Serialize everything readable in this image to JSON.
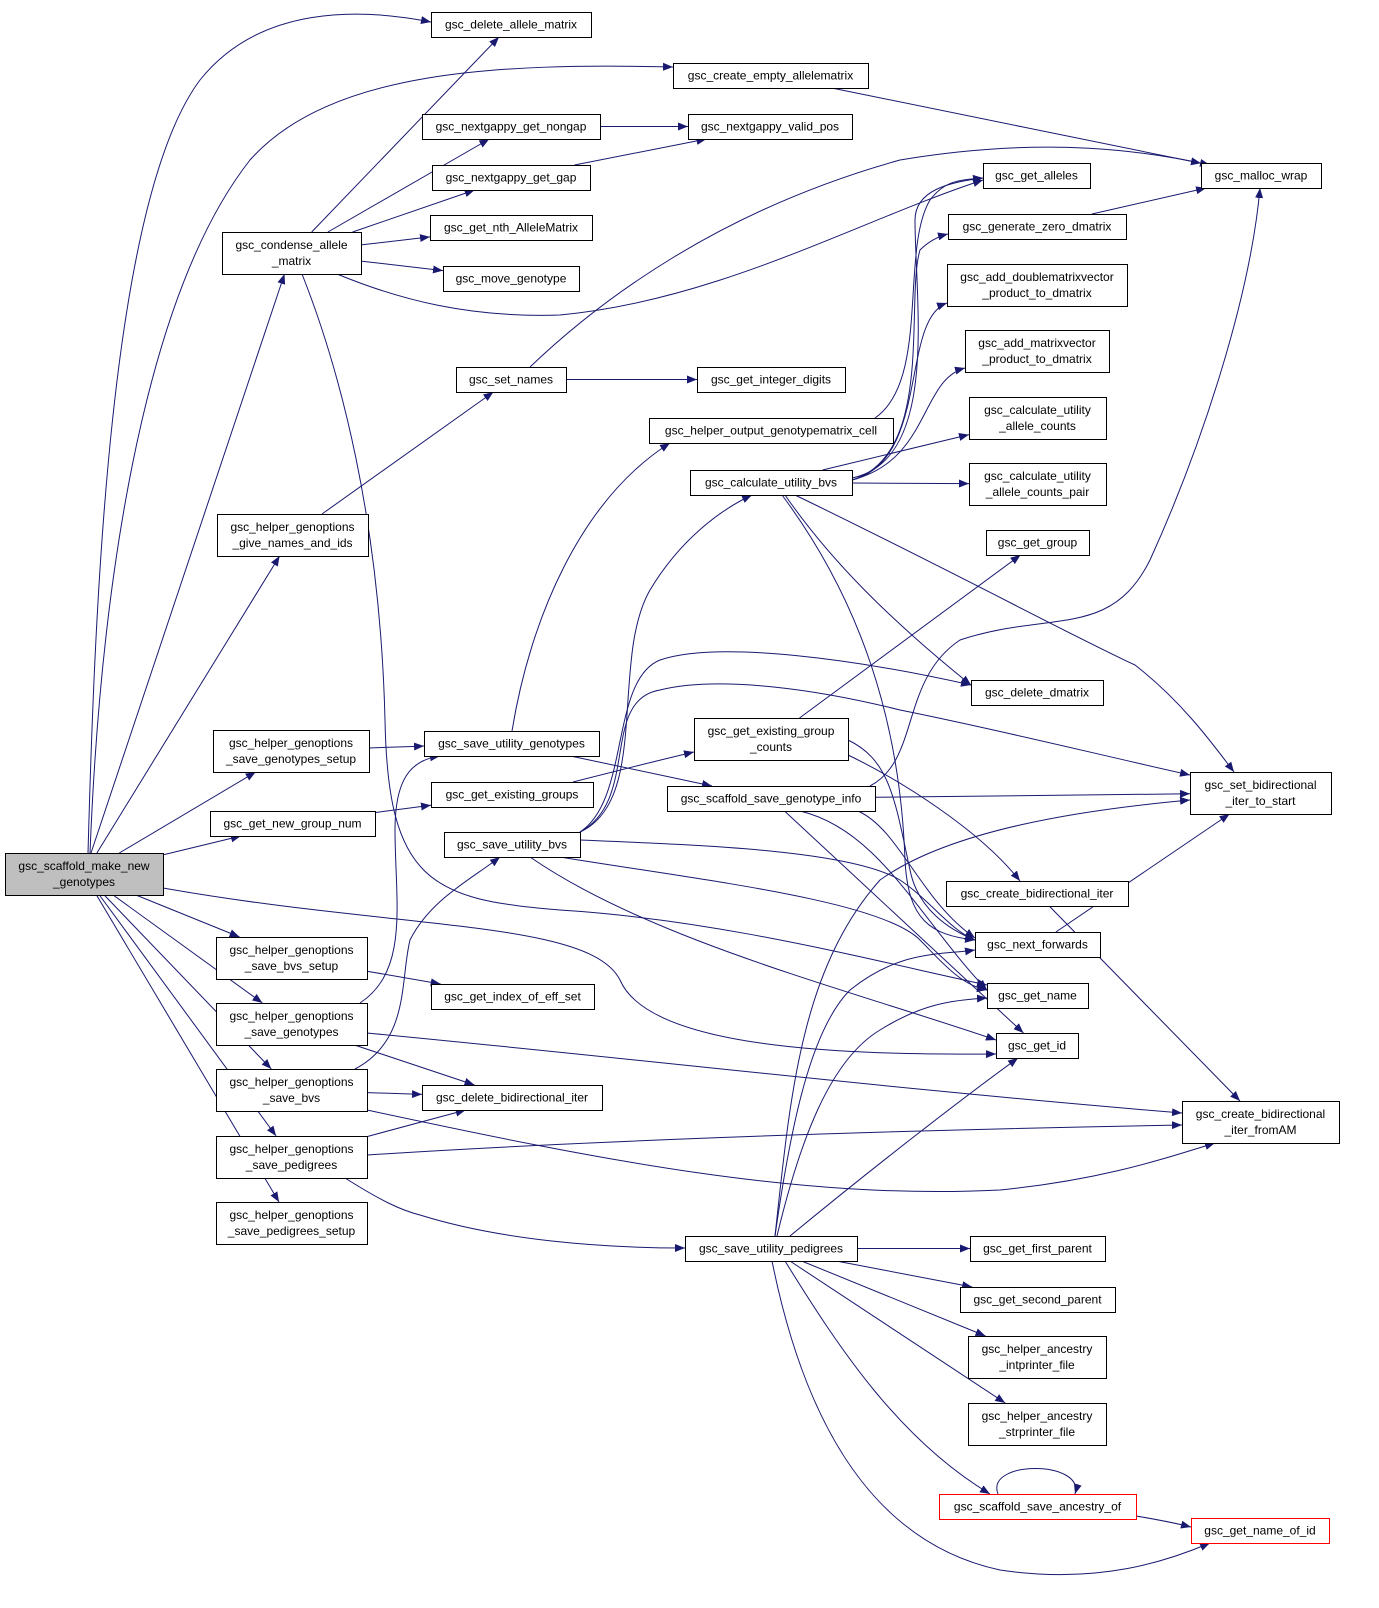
{
  "graph": {
    "colors": {
      "node_border": "#000000",
      "root_fill": "#bfbfbf",
      "truncated_border": "#ff0000",
      "edge": "#191970",
      "background": "#ffffff"
    },
    "nodes": [
      {
        "id": "root",
        "lines": [
          "gsc_scaffold_make_new",
          "_genotypes"
        ],
        "style": "root"
      },
      {
        "id": "delete_allele_matrix",
        "lines": [
          "gsc_delete_allele_matrix"
        ]
      },
      {
        "id": "create_empty_allelematrix",
        "lines": [
          "gsc_create_empty_allelematrix"
        ]
      },
      {
        "id": "nextgappy_get_nongap",
        "lines": [
          "gsc_nextgappy_get_nongap"
        ]
      },
      {
        "id": "nextgappy_valid_pos",
        "lines": [
          "gsc_nextgappy_valid_pos"
        ]
      },
      {
        "id": "nextgappy_get_gap",
        "lines": [
          "gsc_nextgappy_get_gap"
        ]
      },
      {
        "id": "get_alleles",
        "lines": [
          "gsc_get_alleles"
        ]
      },
      {
        "id": "malloc_wrap",
        "lines": [
          "gsc_malloc_wrap"
        ]
      },
      {
        "id": "condense_allele_matrix",
        "lines": [
          "gsc_condense_allele",
          "_matrix"
        ]
      },
      {
        "id": "get_nth_AlleleMatrix",
        "lines": [
          "gsc_get_nth_AlleleMatrix"
        ]
      },
      {
        "id": "generate_zero_dmatrix",
        "lines": [
          "gsc_generate_zero_dmatrix"
        ]
      },
      {
        "id": "move_genotype",
        "lines": [
          "gsc_move_genotype"
        ]
      },
      {
        "id": "add_doublematrixvector",
        "lines": [
          "gsc_add_doublematrixvector",
          "_product_to_dmatrix"
        ]
      },
      {
        "id": "add_matrixvector",
        "lines": [
          "gsc_add_matrixvector",
          "_product_to_dmatrix"
        ]
      },
      {
        "id": "set_names",
        "lines": [
          "gsc_set_names"
        ]
      },
      {
        "id": "get_integer_digits",
        "lines": [
          "gsc_get_integer_digits"
        ]
      },
      {
        "id": "calc_utility_allele_counts",
        "lines": [
          "gsc_calculate_utility",
          "_allele_counts"
        ]
      },
      {
        "id": "helper_output_genotypematrix_cell",
        "lines": [
          "gsc_helper_output_genotypematrix_cell"
        ]
      },
      {
        "id": "calc_utility_bvs",
        "lines": [
          "gsc_calculate_utility_bvs"
        ]
      },
      {
        "id": "calc_utility_allele_counts_pair",
        "lines": [
          "gsc_calculate_utility",
          "_allele_counts_pair"
        ]
      },
      {
        "id": "give_names_and_ids",
        "lines": [
          "gsc_helper_genoptions",
          "_give_names_and_ids"
        ]
      },
      {
        "id": "get_group",
        "lines": [
          "gsc_get_group"
        ]
      },
      {
        "id": "delete_dmatrix",
        "lines": [
          "gsc_delete_dmatrix"
        ]
      },
      {
        "id": "save_genotypes_setup",
        "lines": [
          "gsc_helper_genoptions",
          "_save_genotypes_setup"
        ]
      },
      {
        "id": "save_utility_genotypes",
        "lines": [
          "gsc_save_utility_genotypes"
        ]
      },
      {
        "id": "get_existing_group_counts",
        "lines": [
          "gsc_get_existing_group",
          "_counts"
        ]
      },
      {
        "id": "set_bidirectional_iter_to_start",
        "lines": [
          "gsc_set_bidirectional",
          "_iter_to_start"
        ]
      },
      {
        "id": "get_existing_groups",
        "lines": [
          "gsc_get_existing_groups"
        ]
      },
      {
        "id": "scaffold_save_genotype_info",
        "lines": [
          "gsc_scaffold_save_genotype_info"
        ]
      },
      {
        "id": "get_new_group_num",
        "lines": [
          "gsc_get_new_group_num"
        ]
      },
      {
        "id": "save_utility_bvs",
        "lines": [
          "gsc_save_utility_bvs"
        ]
      },
      {
        "id": "create_bidirectional_iter",
        "lines": [
          "gsc_create_bidirectional_iter"
        ]
      },
      {
        "id": "save_bvs_setup",
        "lines": [
          "gsc_helper_genoptions",
          "_save_bvs_setup"
        ]
      },
      {
        "id": "next_forwards",
        "lines": [
          "gsc_next_forwards"
        ]
      },
      {
        "id": "get_index_of_eff_set",
        "lines": [
          "gsc_get_index_of_eff_set"
        ]
      },
      {
        "id": "get_name",
        "lines": [
          "gsc_get_name"
        ]
      },
      {
        "id": "save_genotypes",
        "lines": [
          "gsc_helper_genoptions",
          "_save_genotypes"
        ]
      },
      {
        "id": "get_id",
        "lines": [
          "gsc_get_id"
        ]
      },
      {
        "id": "save_bvs",
        "lines": [
          "gsc_helper_genoptions",
          "_save_bvs"
        ]
      },
      {
        "id": "delete_bidirectional_iter",
        "lines": [
          "gsc_delete_bidirectional_iter"
        ]
      },
      {
        "id": "create_bidirectional_iter_fromAM",
        "lines": [
          "gsc_create_bidirectional",
          "_iter_fromAM"
        ]
      },
      {
        "id": "save_pedigrees",
        "lines": [
          "gsc_helper_genoptions",
          "_save_pedigrees"
        ]
      },
      {
        "id": "save_pedigrees_setup",
        "lines": [
          "gsc_helper_genoptions",
          "_save_pedigrees_setup"
        ]
      },
      {
        "id": "save_utility_pedigrees",
        "lines": [
          "gsc_save_utility_pedigrees"
        ]
      },
      {
        "id": "get_first_parent",
        "lines": [
          "gsc_get_first_parent"
        ]
      },
      {
        "id": "get_second_parent",
        "lines": [
          "gsc_get_second_parent"
        ]
      },
      {
        "id": "ancestry_intprinter_file",
        "lines": [
          "gsc_helper_ancestry",
          "_intprinter_file"
        ]
      },
      {
        "id": "ancestry_strprinter_file",
        "lines": [
          "gsc_helper_ancestry",
          "_strprinter_file"
        ]
      },
      {
        "id": "scaffold_save_ancestry_of",
        "lines": [
          "gsc_scaffold_save_ancestry_of"
        ],
        "style": "truncated"
      },
      {
        "id": "get_name_of_id",
        "lines": [
          "gsc_get_name_of_id"
        ],
        "style": "truncated"
      }
    ],
    "edges": [
      [
        "root",
        "delete_allele_matrix"
      ],
      [
        "root",
        "create_empty_allelematrix"
      ],
      [
        "root",
        "condense_allele_matrix"
      ],
      [
        "root",
        "give_names_and_ids"
      ],
      [
        "root",
        "save_genotypes_setup"
      ],
      [
        "root",
        "get_new_group_num"
      ],
      [
        "root",
        "save_bvs_setup"
      ],
      [
        "root",
        "save_genotypes"
      ],
      [
        "root",
        "save_bvs"
      ],
      [
        "root",
        "save_pedigrees"
      ],
      [
        "root",
        "save_pedigrees_setup"
      ],
      [
        "root",
        "get_id"
      ],
      [
        "create_empty_allelematrix",
        "malloc_wrap"
      ],
      [
        "nextgappy_get_nongap",
        "nextgappy_valid_pos"
      ],
      [
        "nextgappy_get_gap",
        "nextgappy_valid_pos"
      ],
      [
        "condense_allele_matrix",
        "delete_allele_matrix"
      ],
      [
        "condense_allele_matrix",
        "nextgappy_get_nongap"
      ],
      [
        "condense_allele_matrix",
        "nextgappy_get_gap"
      ],
      [
        "condense_allele_matrix",
        "get_nth_AlleleMatrix"
      ],
      [
        "condense_allele_matrix",
        "move_genotype"
      ],
      [
        "condense_allele_matrix",
        "get_alleles"
      ],
      [
        "condense_allele_matrix",
        "get_name"
      ],
      [
        "generate_zero_dmatrix",
        "malloc_wrap"
      ],
      [
        "set_names",
        "malloc_wrap"
      ],
      [
        "set_names",
        "get_integer_digits"
      ],
      [
        "give_names_and_ids",
        "set_names"
      ],
      [
        "helper_output_genotypematrix_cell",
        "get_alleles"
      ],
      [
        "calc_utility_bvs",
        "get_alleles"
      ],
      [
        "calc_utility_bvs",
        "generate_zero_dmatrix"
      ],
      [
        "calc_utility_bvs",
        "add_doublematrixvector"
      ],
      [
        "calc_utility_bvs",
        "add_matrixvector"
      ],
      [
        "calc_utility_bvs",
        "calc_utility_allele_counts"
      ],
      [
        "calc_utility_bvs",
        "calc_utility_allele_counts_pair"
      ],
      [
        "calc_utility_bvs",
        "delete_dmatrix"
      ],
      [
        "calc_utility_bvs",
        "set_bidirectional_iter_to_start"
      ],
      [
        "calc_utility_bvs",
        "next_forwards"
      ],
      [
        "save_genotypes_setup",
        "save_utility_genotypes"
      ],
      [
        "save_utility_genotypes",
        "helper_output_genotypematrix_cell"
      ],
      [
        "save_utility_genotypes",
        "scaffold_save_genotype_info"
      ],
      [
        "get_existing_group_counts",
        "get_group"
      ],
      [
        "get_existing_group_counts",
        "create_bidirectional_iter"
      ],
      [
        "get_existing_group_counts",
        "next_forwards"
      ],
      [
        "get_existing_groups",
        "get_existing_group_counts"
      ],
      [
        "scaffold_save_genotype_info",
        "malloc_wrap"
      ],
      [
        "scaffold_save_genotype_info",
        "set_bidirectional_iter_to_start"
      ],
      [
        "scaffold_save_genotype_info",
        "next_forwards"
      ],
      [
        "scaffold_save_genotype_info",
        "get_name"
      ],
      [
        "scaffold_save_genotype_info",
        "get_id"
      ],
      [
        "get_new_group_num",
        "get_existing_groups"
      ],
      [
        "save_utility_bvs",
        "calc_utility_bvs"
      ],
      [
        "save_utility_bvs",
        "delete_dmatrix"
      ],
      [
        "save_utility_bvs",
        "set_bidirectional_iter_to_start"
      ],
      [
        "save_utility_bvs",
        "next_forwards"
      ],
      [
        "save_utility_bvs",
        "get_name"
      ],
      [
        "save_utility_bvs",
        "get_id"
      ],
      [
        "create_bidirectional_iter",
        "create_bidirectional_iter_fromAM"
      ],
      [
        "next_forwards",
        "set_bidirectional_iter_to_start"
      ],
      [
        "save_bvs_setup",
        "get_index_of_eff_set"
      ],
      [
        "save_genotypes",
        "save_utility_genotypes"
      ],
      [
        "save_genotypes",
        "delete_bidirectional_iter"
      ],
      [
        "save_genotypes",
        "create_bidirectional_iter_fromAM"
      ],
      [
        "save_bvs",
        "save_utility_bvs"
      ],
      [
        "save_bvs",
        "delete_bidirectional_iter"
      ],
      [
        "save_bvs",
        "create_bidirectional_iter_fromAM"
      ],
      [
        "save_pedigrees",
        "delete_bidirectional_iter"
      ],
      [
        "save_pedigrees",
        "create_bidirectional_iter_fromAM"
      ],
      [
        "save_pedigrees",
        "save_utility_pedigrees"
      ],
      [
        "save_utility_pedigrees",
        "set_bidirectional_iter_to_start"
      ],
      [
        "save_utility_pedigrees",
        "next_forwards"
      ],
      [
        "save_utility_pedigrees",
        "get_name"
      ],
      [
        "save_utility_pedigrees",
        "get_id"
      ],
      [
        "save_utility_pedigrees",
        "get_first_parent"
      ],
      [
        "save_utility_pedigrees",
        "get_second_parent"
      ],
      [
        "save_utility_pedigrees",
        "ancestry_intprinter_file"
      ],
      [
        "save_utility_pedigrees",
        "ancestry_strprinter_file"
      ],
      [
        "save_utility_pedigrees",
        "scaffold_save_ancestry_of"
      ],
      [
        "save_utility_pedigrees",
        "get_name_of_id"
      ],
      [
        "scaffold_save_ancestry_of",
        "scaffold_save_ancestry_of"
      ],
      [
        "scaffold_save_ancestry_of",
        "get_name_of_id"
      ]
    ]
  }
}
